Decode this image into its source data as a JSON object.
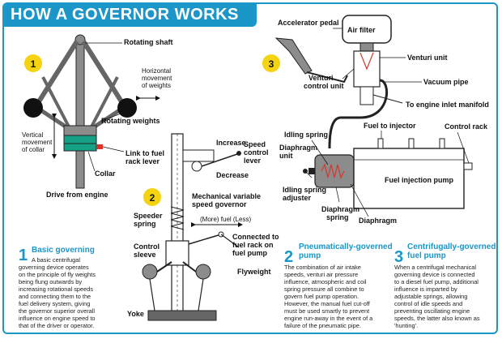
{
  "title": "HOW A GOVERNOR WORKS",
  "colors": {
    "accent": "#1a96c8",
    "badge": "#f5d311",
    "teal": "#16a085",
    "red": "#d9342b",
    "grey": "#8c8c8c"
  },
  "badges": [
    "1",
    "2",
    "3"
  ],
  "labels": {
    "rotating_shaft": "Rotating shaft",
    "horizontal_movement": [
      "Horizontal",
      "movement",
      "of weights"
    ],
    "vertical_movement": [
      "Vertical",
      "movement",
      "of collar"
    ],
    "rotating_weights": "Rotating weights",
    "link_fuel_rack": [
      "Link to fuel",
      "rack lever"
    ],
    "collar": "Collar",
    "drive_from_engine": "Drive from engine",
    "increase": "Increase",
    "decrease": "Decrease",
    "speed_control_lever": [
      "Speed",
      "control",
      "lever"
    ],
    "mechanical_governor": [
      "Mechanical variable",
      "speed governor"
    ],
    "speeder_spring": [
      "Speeder",
      "spring"
    ],
    "more_less_fuel": "(More) fuel (Less)",
    "control_sleeve": [
      "Control",
      "sleeve"
    ],
    "connected_fuel_rack": [
      "Connected to",
      "fuel rack on",
      "fuel pump"
    ],
    "flyweight": "Flyweight",
    "yoke": "Yoke",
    "accelerator_pedal": "Accelerator pedal",
    "air_filter": "Air filter",
    "venturi_unit": "Venturi unit",
    "venturi_control_unit": [
      "Venturi",
      "control unit"
    ],
    "vacuum_pipe": "Vacuum pipe",
    "to_engine_inlet": "To engine inlet manifold",
    "fuel_to_injector": "Fuel to injector",
    "control_rack": "Control rack",
    "idling_spring": "Idling spring",
    "diaphragm_unit": [
      "Diaphragm",
      "unit"
    ],
    "fuel_injection_pump": "Fuel injection pump",
    "idling_spring_adjuster": [
      "Idling spring",
      "adjuster"
    ],
    "diaphragm_spring": [
      "Diaphragm",
      "spring"
    ],
    "diaphragm": "Diaphragm"
  },
  "sections": [
    {
      "number": "1",
      "heading": [
        "Basic governing"
      ],
      "body": [
        "A basic centrifugal",
        "governing device operates",
        "on the principle of fly weights",
        "being flung outwards by",
        "increasing rotational speeds",
        "and connecting them to the",
        "fuel delivery system, giving",
        "the governor superior overall",
        "influence on engine speed to",
        "that of the driver or operator."
      ]
    },
    {
      "number": "2",
      "heading": [
        "Pneumatically-governed",
        "pump"
      ],
      "body": [
        "The combination of air intake",
        "speeds, venturi air pressure",
        "influence, atmospheric and coil",
        "spring pressure all combine to",
        "govern fuel pump operation.",
        "However, the manual fuel cut-off",
        "must be used smartly to prevent",
        "engine run-away in the event of a",
        "failure of the pneumatic pipe."
      ]
    },
    {
      "number": "3",
      "heading": [
        "Centrifugally-governed",
        "fuel pump"
      ],
      "body": [
        "When a centrifugal mechanical",
        "governing device is connected",
        "to a diesel fuel pump, additional",
        "influence is imparted by",
        "adjustable springs, allowing",
        "control of idle speeds and",
        "preventing oscillating engine",
        "speeds, the latter also known as",
        "'hunting'."
      ]
    }
  ]
}
